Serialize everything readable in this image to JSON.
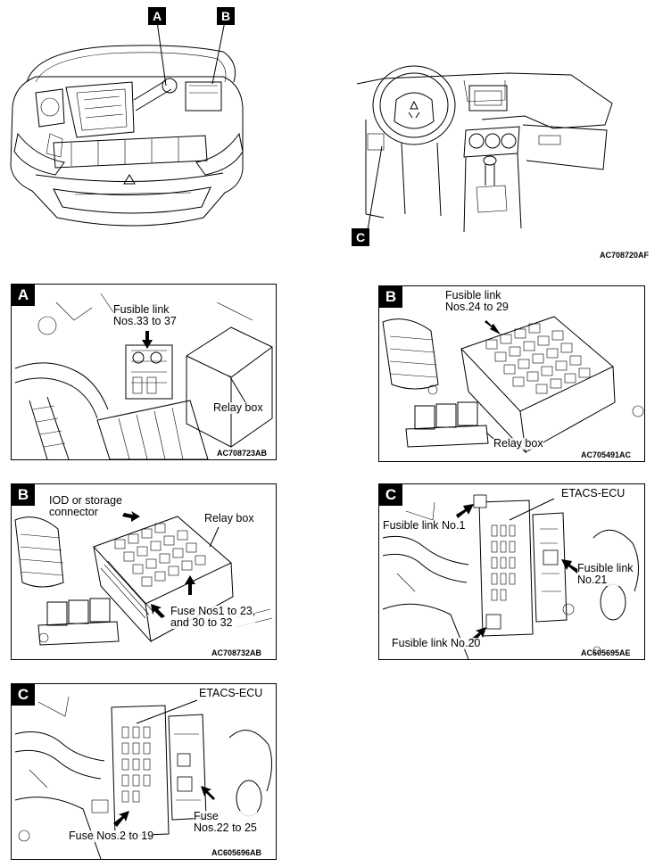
{
  "overview": {
    "engine_tag_a": "A",
    "engine_tag_b": "B",
    "interior_tag_c": "C",
    "code": "AC708720AF"
  },
  "panels": [
    {
      "tag": "A",
      "code": "AC708723AB",
      "labels": {
        "fusible_link": [
          "Fusible link",
          "Nos.33 to 37"
        ],
        "relay_box": "Relay box"
      }
    },
    {
      "tag": "B",
      "code": "AC705491AC",
      "labels": {
        "fusible_link": [
          "Fusible link",
          "Nos.24 to 29"
        ],
        "relay_box": "Relay box"
      }
    },
    {
      "tag": "B",
      "code": "AC708732AB",
      "labels": {
        "iod": [
          "IOD or storage",
          "connector"
        ],
        "relay_box": "Relay box",
        "fuse": [
          "Fuse Nos1 to 23,",
          "and 30 to 32"
        ]
      }
    },
    {
      "tag": "C",
      "code": "AC605695AE",
      "labels": {
        "etacs": "ETACS-ECU",
        "fl1": "Fusible link No.1",
        "fl21": [
          "Fusible link",
          "No.21"
        ],
        "fl20": "Fusible link No.20"
      }
    },
    {
      "tag": "C",
      "code": "AC605696AB",
      "labels": {
        "etacs": "ETACS-ECU",
        "fuse2_19": "Fuse Nos.2 to 19",
        "fuse22_25": [
          "Fuse",
          "Nos.22 to 25"
        ]
      }
    }
  ]
}
